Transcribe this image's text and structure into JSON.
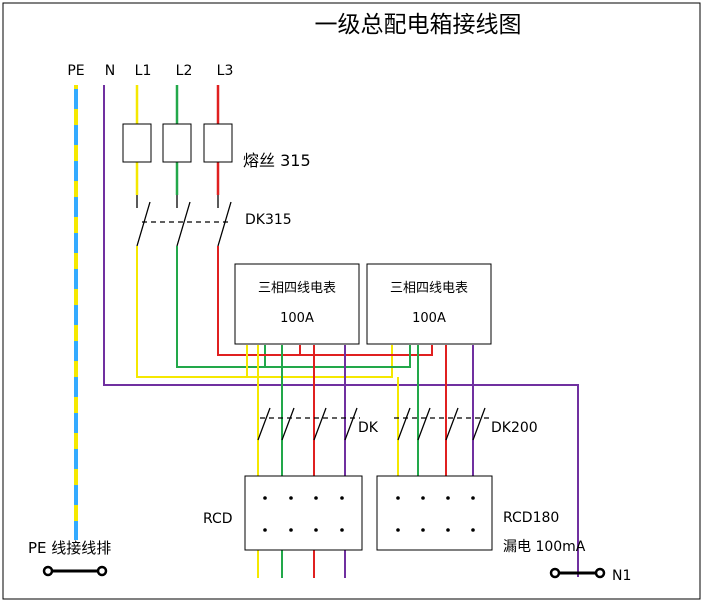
{
  "title": "一级总配电箱接线图",
  "bus_labels": {
    "pe": "PE",
    "n": "N",
    "l1": "L1",
    "l2": "L2",
    "l3": "L3"
  },
  "fuse": {
    "label": "熔丝 315"
  },
  "main_switch": {
    "label": "DK315"
  },
  "meters": [
    {
      "name": "三相四线电表",
      "rating": "100A"
    },
    {
      "name": "三相四线电表",
      "rating": "100A"
    }
  ],
  "branch_switches": {
    "left_label": "DK",
    "right_label": "DK200"
  },
  "rcds": {
    "left_label": "RCD",
    "right_label": "RCD180",
    "right_sublabel": "漏电 100mA"
  },
  "terminals": {
    "pe_bar_label": "PE 线接线排",
    "n_bar_label": "N1"
  },
  "wire_colors": {
    "pe_yellow": "#f5e800",
    "pe_blue": "#33aaff",
    "neutral": "#7030a0",
    "l1": "#f5e800",
    "l2": "#22a84a",
    "l3": "#e02020"
  }
}
